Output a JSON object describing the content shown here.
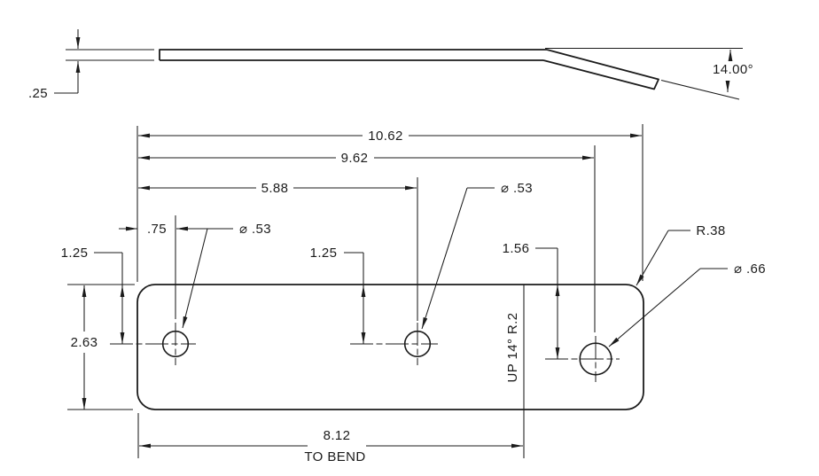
{
  "drawing": {
    "type": "sheet-metal part dimension drawing",
    "side_view": {
      "thickness": ".25",
      "bend_angle": "14.00°"
    },
    "plan_view": {
      "overall_width": "10.62",
      "hole3_from_left": "9.62",
      "hole2_from_left": "5.88",
      "hole1_from_left": ".75",
      "hole1_diameter": "⌀ .53",
      "hole2_diameter": "⌀ .53",
      "hole3_diameter": "⌀ .66",
      "corner_radius": "R.38",
      "hole1_from_top": "1.25",
      "hole2_from_top": "1.25",
      "hole3_from_top": "1.56",
      "plate_height": "2.63",
      "distance_to_bend": "8.12",
      "distance_to_bend_suffix": "TO BEND",
      "bend_note": "UP 14° R.2"
    },
    "line_color": "#1b1b1b",
    "background_color": "#ffffff"
  }
}
